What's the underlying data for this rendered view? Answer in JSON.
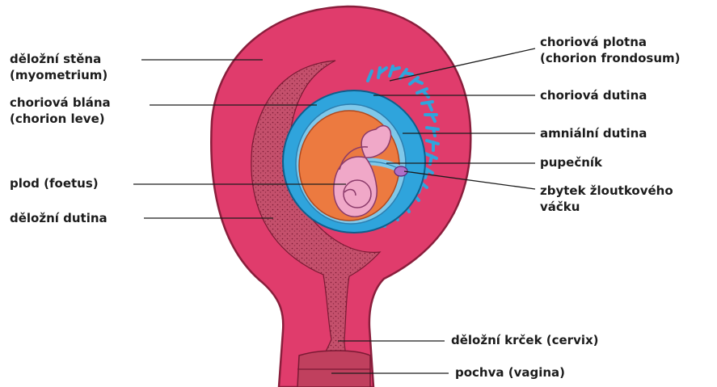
{
  "labels": {
    "myometrium_1": "děložní stěna",
    "myometrium_2": "(myometrium)",
    "chorion_leve_1": "choriová blána",
    "chorion_leve_2": "(chorion leve)",
    "foetus": "plod (foetus)",
    "uterine_cavity": "děložní dutina",
    "chorion_frondosum_1": "choriová plotna",
    "chorion_frondosum_2": "(chorion frondosum)",
    "chorionic_cavity": "choriová dutina",
    "amniotic_cavity": "amniální dutina",
    "umbilical_cord": "pupečník",
    "yolk_sac_1": "zbytek žloutkového",
    "yolk_sac_2": "váčku",
    "cervix": "děložní krček (cervix)",
    "vagina": "pochva (vagina)"
  },
  "colors": {
    "uterus": "#e03c6c",
    "uterus_outline": "#8a1e3c",
    "uterine_cavity": "#b8405e",
    "chorion": "#2fa4dc",
    "chorion_outline": "#0e5f8c",
    "amnion_ring": "#7fc8ea",
    "amniotic_fluid": "#ec7a40",
    "foetus": "#f0a8c8",
    "leader_line": "#1c1c1c",
    "label_text": "#1c1c1c"
  }
}
